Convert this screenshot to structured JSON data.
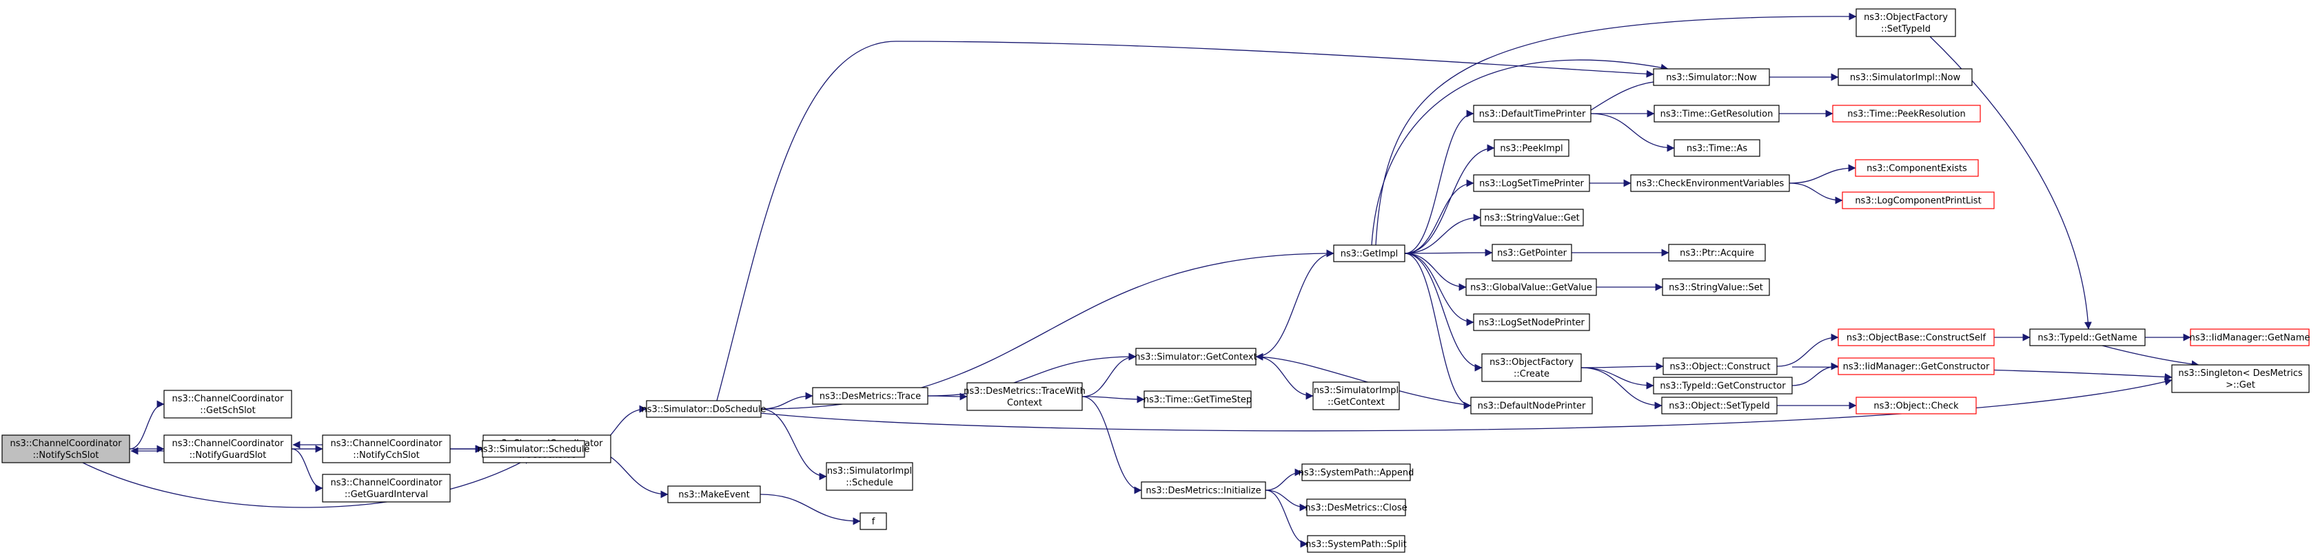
{
  "colors": {
    "edge": "#191970",
    "node_border": "#000000",
    "node_border_external": "#ff0000",
    "node_fill": "#ffffff",
    "node_fill_focus": "#bfbfbf",
    "text": "#000000"
  },
  "nodes": [
    {
      "id": "notify_sch_slot",
      "lines": [
        "ns3::ChannelCoordinator",
        "::NotifySchSlot"
      ],
      "style": "focus"
    },
    {
      "id": "get_sch_slot",
      "lines": [
        "ns3::ChannelCoordinator",
        "::GetSchSlot"
      ],
      "style": "normal"
    },
    {
      "id": "notify_guard_slot",
      "lines": [
        "ns3::ChannelCoordinator",
        "::NotifyGuardSlot"
      ],
      "style": "normal"
    },
    {
      "id": "notify_cch_slot",
      "lines": [
        "ns3::ChannelCoordinator",
        "::NotifyCchSlot"
      ],
      "style": "normal"
    },
    {
      "id": "get_cch_slot",
      "lines": [
        "ns3::ChannelCoordinator",
        "::GetCchSlot"
      ],
      "style": "normal"
    },
    {
      "id": "get_guard_interval",
      "lines": [
        "ns3::ChannelCoordinator",
        "::GetGuardInterval"
      ],
      "style": "normal"
    },
    {
      "id": "simulator_schedule",
      "lines": [
        "ns3::Simulator::Schedule"
      ],
      "style": "normal"
    },
    {
      "id": "simulator_do_schedule",
      "lines": [
        "ns3::Simulator::DoSchedule"
      ],
      "style": "normal"
    },
    {
      "id": "make_event",
      "lines": [
        "ns3::MakeEvent"
      ],
      "style": "normal"
    },
    {
      "id": "f",
      "lines": [
        "f"
      ],
      "style": "normal"
    },
    {
      "id": "desmetrics_trace",
      "lines": [
        "ns3::DesMetrics::Trace"
      ],
      "style": "normal"
    },
    {
      "id": "simulatorimpl_schedule",
      "lines": [
        "ns3::SimulatorImpl",
        "::Schedule"
      ],
      "style": "normal"
    },
    {
      "id": "desmetrics_trace_with_context",
      "lines": [
        "ns3::DesMetrics::TraceWith",
        "Context"
      ],
      "style": "normal"
    },
    {
      "id": "desmetrics_initialize",
      "lines": [
        "ns3::DesMetrics::Initialize"
      ],
      "style": "normal"
    },
    {
      "id": "simulator_get_context",
      "lines": [
        "ns3::Simulator::GetContext"
      ],
      "style": "normal"
    },
    {
      "id": "time_get_time_step",
      "lines": [
        "ns3::Time::GetTimeStep"
      ],
      "style": "normal"
    },
    {
      "id": "simulatorimpl_get_context",
      "lines": [
        "ns3::SimulatorImpl",
        "::GetContext"
      ],
      "style": "normal"
    },
    {
      "id": "system_path_append",
      "lines": [
        "ns3::SystemPath::Append"
      ],
      "style": "normal"
    },
    {
      "id": "desmetrics_close",
      "lines": [
        "ns3::DesMetrics::Close"
      ],
      "style": "normal"
    },
    {
      "id": "system_path_split",
      "lines": [
        "ns3::SystemPath::Split"
      ],
      "style": "normal"
    },
    {
      "id": "get_impl",
      "lines": [
        "ns3::GetImpl"
      ],
      "style": "normal"
    },
    {
      "id": "simulator_now",
      "lines": [
        "ns3::Simulator::Now"
      ],
      "style": "normal"
    },
    {
      "id": "default_time_printer",
      "lines": [
        "ns3::DefaultTimePrinter"
      ],
      "style": "normal"
    },
    {
      "id": "peek_impl",
      "lines": [
        "ns3::PeekImpl"
      ],
      "style": "normal"
    },
    {
      "id": "log_set_time_printer",
      "lines": [
        "ns3::LogSetTimePrinter"
      ],
      "style": "normal"
    },
    {
      "id": "string_value_get",
      "lines": [
        "ns3::StringValue::Get"
      ],
      "style": "normal"
    },
    {
      "id": "get_pointer",
      "lines": [
        "ns3::GetPointer"
      ],
      "style": "normal"
    },
    {
      "id": "global_value_get_value",
      "lines": [
        "ns3::GlobalValue::GetValue"
      ],
      "style": "normal"
    },
    {
      "id": "log_set_node_printer",
      "lines": [
        "ns3::LogSetNodePrinter"
      ],
      "style": "normal"
    },
    {
      "id": "object_factory_create",
      "lines": [
        "ns3::ObjectFactory",
        "::Create"
      ],
      "style": "normal"
    },
    {
      "id": "default_node_printer",
      "lines": [
        "ns3::DefaultNodePrinter"
      ],
      "style": "normal"
    },
    {
      "id": "object_factory_set_type_id",
      "lines": [
        "ns3::ObjectFactory",
        "::SetTypeId"
      ],
      "style": "normal"
    },
    {
      "id": "simulatorimpl_now",
      "lines": [
        "ns3::SimulatorImpl::Now"
      ],
      "style": "normal"
    },
    {
      "id": "time_get_resolution",
      "lines": [
        "ns3::Time::GetResolution"
      ],
      "style": "normal"
    },
    {
      "id": "time_as",
      "lines": [
        "ns3::Time::As"
      ],
      "style": "normal"
    },
    {
      "id": "check_environment_variables",
      "lines": [
        "ns3::CheckEnvironmentVariables"
      ],
      "style": "normal"
    },
    {
      "id": "ptr_acquire",
      "lines": [
        "ns3::Ptr::Acquire"
      ],
      "style": "normal"
    },
    {
      "id": "string_value_set",
      "lines": [
        "ns3::StringValue::Set"
      ],
      "style": "normal"
    },
    {
      "id": "object_construct",
      "lines": [
        "ns3::Object::Construct"
      ],
      "style": "normal"
    },
    {
      "id": "type_id_get_constructor",
      "lines": [
        "ns3::TypeId::GetConstructor"
      ],
      "style": "normal"
    },
    {
      "id": "object_set_type_id",
      "lines": [
        "ns3::Object::SetTypeId"
      ],
      "style": "normal"
    },
    {
      "id": "time_peek_resolution",
      "lines": [
        "ns3::Time::PeekResolution"
      ],
      "style": "external"
    },
    {
      "id": "component_exists",
      "lines": [
        "ns3::ComponentExists"
      ],
      "style": "external"
    },
    {
      "id": "log_component_print_list",
      "lines": [
        "ns3::LogComponentPrintList"
      ],
      "style": "external"
    },
    {
      "id": "object_base_construct_self",
      "lines": [
        "ns3::ObjectBase::ConstructSelf"
      ],
      "style": "external"
    },
    {
      "id": "iid_manager_get_constructor",
      "lines": [
        "ns3::IidManager::GetConstructor"
      ],
      "style": "external"
    },
    {
      "id": "object_check",
      "lines": [
        "ns3::Object::Check"
      ],
      "style": "external"
    },
    {
      "id": "type_id_get_name",
      "lines": [
        "ns3::TypeId::GetName"
      ],
      "style": "normal"
    },
    {
      "id": "iid_manager_get_name",
      "lines": [
        "ns3::IidManager::GetName"
      ],
      "style": "external"
    },
    {
      "id": "singleton_desmetrics_get",
      "lines": [
        "ns3::Singleton< DesMetrics",
        " >::Get"
      ],
      "style": "normal"
    }
  ],
  "edges": [
    [
      "notify_sch_slot",
      "get_sch_slot"
    ],
    [
      "notify_sch_slot",
      "notify_guard_slot"
    ],
    [
      "notify_sch_slot",
      "simulator_schedule"
    ],
    [
      "notify_guard_slot",
      "notify_sch_slot"
    ],
    [
      "notify_guard_slot",
      "notify_cch_slot"
    ],
    [
      "notify_guard_slot",
      "simulator_schedule"
    ],
    [
      "notify_guard_slot",
      "get_guard_interval"
    ],
    [
      "notify_cch_slot",
      "notify_guard_slot"
    ],
    [
      "notify_cch_slot",
      "get_cch_slot"
    ],
    [
      "notify_cch_slot",
      "simulator_schedule"
    ],
    [
      "simulator_schedule",
      "simulator_do_schedule"
    ],
    [
      "simulator_schedule",
      "make_event"
    ],
    [
      "make_event",
      "f"
    ],
    [
      "simulator_do_schedule",
      "desmetrics_trace"
    ],
    [
      "simulator_do_schedule",
      "simulatorimpl_schedule"
    ],
    [
      "simulator_do_schedule",
      "get_impl"
    ],
    [
      "simulator_do_schedule",
      "simulator_now"
    ],
    [
      "simulator_do_schedule",
      "singleton_desmetrics_get"
    ],
    [
      "desmetrics_trace",
      "desmetrics_trace_with_context"
    ],
    [
      "desmetrics_trace",
      "simulator_get_context"
    ],
    [
      "desmetrics_trace_with_context",
      "simulator_get_context"
    ],
    [
      "desmetrics_trace_with_context",
      "time_get_time_step"
    ],
    [
      "desmetrics_trace_with_context",
      "desmetrics_initialize"
    ],
    [
      "desmetrics_initialize",
      "system_path_append"
    ],
    [
      "desmetrics_initialize",
      "desmetrics_close"
    ],
    [
      "desmetrics_initialize",
      "system_path_split"
    ],
    [
      "simulator_get_context",
      "get_impl"
    ],
    [
      "simulator_get_context",
      "simulatorimpl_get_context"
    ],
    [
      "get_impl",
      "simulator_now"
    ],
    [
      "get_impl",
      "object_factory_set_type_id"
    ],
    [
      "get_impl",
      "default_time_printer"
    ],
    [
      "get_impl",
      "peek_impl"
    ],
    [
      "get_impl",
      "log_set_time_printer"
    ],
    [
      "get_impl",
      "string_value_get"
    ],
    [
      "get_impl",
      "get_pointer"
    ],
    [
      "get_impl",
      "global_value_get_value"
    ],
    [
      "get_impl",
      "log_set_node_printer"
    ],
    [
      "get_impl",
      "object_factory_create"
    ],
    [
      "get_impl",
      "default_node_printer"
    ],
    [
      "default_node_printer",
      "simulator_get_context"
    ],
    [
      "simulator_now",
      "simulatorimpl_now"
    ],
    [
      "default_time_printer",
      "simulator_now"
    ],
    [
      "default_time_printer",
      "time_get_resolution"
    ],
    [
      "default_time_printer",
      "time_as"
    ],
    [
      "time_get_resolution",
      "time_peek_resolution"
    ],
    [
      "log_set_time_printer",
      "check_environment_variables"
    ],
    [
      "check_environment_variables",
      "component_exists"
    ],
    [
      "check_environment_variables",
      "log_component_print_list"
    ],
    [
      "get_pointer",
      "ptr_acquire"
    ],
    [
      "global_value_get_value",
      "string_value_set"
    ],
    [
      "object_factory_create",
      "object_construct"
    ],
    [
      "object_factory_create",
      "type_id_get_constructor"
    ],
    [
      "object_factory_create",
      "object_set_type_id"
    ],
    [
      "object_construct",
      "object_base_construct_self"
    ],
    [
      "object_base_construct_self",
      "type_id_get_name"
    ],
    [
      "type_id_get_constructor",
      "iid_manager_get_constructor"
    ],
    [
      "type_id_get_constructor",
      "singleton_desmetrics_get"
    ],
    [
      "object_set_type_id",
      "object_check"
    ],
    [
      "object_factory_set_type_id",
      "type_id_get_name"
    ],
    [
      "type_id_get_name",
      "iid_manager_get_name"
    ],
    [
      "type_id_get_name",
      "singleton_desmetrics_get"
    ]
  ]
}
